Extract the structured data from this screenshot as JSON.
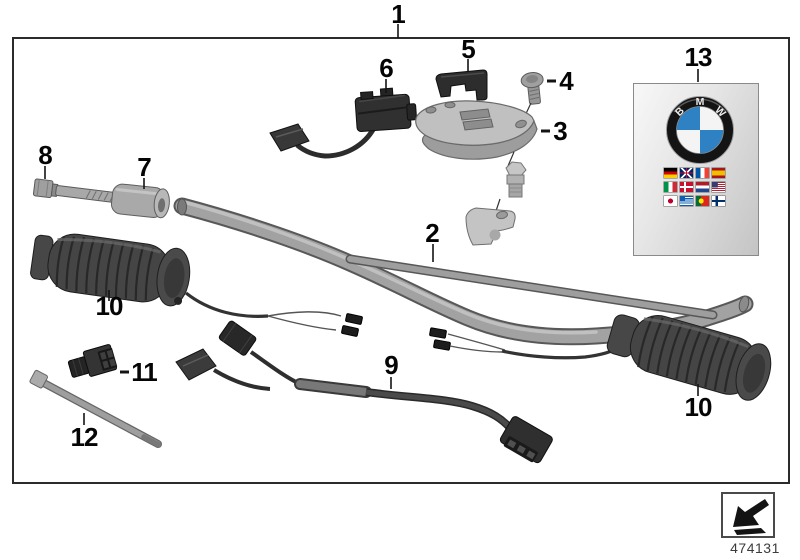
{
  "figure": {
    "part_number": "474131",
    "callouts": {
      "n1": "1",
      "n2": "2",
      "n3": "3",
      "n4": "4",
      "n5": "5",
      "n6": "6",
      "n7": "7",
      "n8": "8",
      "n9": "9",
      "n10_left": "10",
      "n10_right": "10",
      "n11": "11",
      "n12": "12",
      "n13": "13"
    },
    "brand_card": {
      "logo_letters": [
        "B",
        "M",
        "W"
      ],
      "flags": [
        "germany",
        "united-kingdom",
        "france",
        "spain",
        "italy",
        "denmark",
        "netherlands",
        "usa",
        "japan",
        "greece",
        "portugal",
        "finland"
      ]
    },
    "colors": {
      "line": "#2b2b2b",
      "metal_light": "#b5b5b5",
      "metal_mid": "#a2a2a2",
      "rubber_dark": "#3a3a3a",
      "bmw_blue": "#2e82c4"
    }
  }
}
